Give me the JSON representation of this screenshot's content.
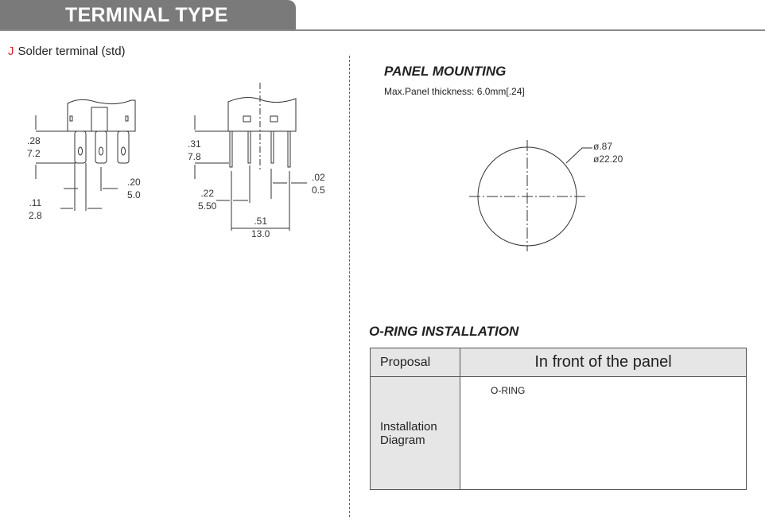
{
  "header": {
    "title": "TERMINAL TYPE"
  },
  "terminal": {
    "code": "J",
    "label": "Solder terminal (std)"
  },
  "side_view_dims": {
    "d1_in": ".28",
    "d1_mm": "7.2",
    "d2_in": ".11",
    "d2_mm": "2.8",
    "d3_in": ".20",
    "d3_mm": "5.0"
  },
  "front_view_dims": {
    "d1_in": ".31",
    "d1_mm": "7.8",
    "d2_in": ".22",
    "d2_mm": "5.50",
    "d3_in": ".51",
    "d3_mm": "13.0",
    "d4_in": ".02",
    "d4_mm": "0.5"
  },
  "panel_mounting": {
    "title": "PANEL MOUNTING",
    "note": "Max.Panel thickness: 6.0mm[.24]",
    "dia_in": "ø.87",
    "dia_mm": "ø22.20"
  },
  "oring": {
    "title": "O-RING INSTALLATION",
    "col1_header": "Proposal",
    "col2_header": "In front of the panel",
    "row_label_1": "Installation",
    "row_label_2": "Diagram",
    "callout": "O-RING"
  }
}
